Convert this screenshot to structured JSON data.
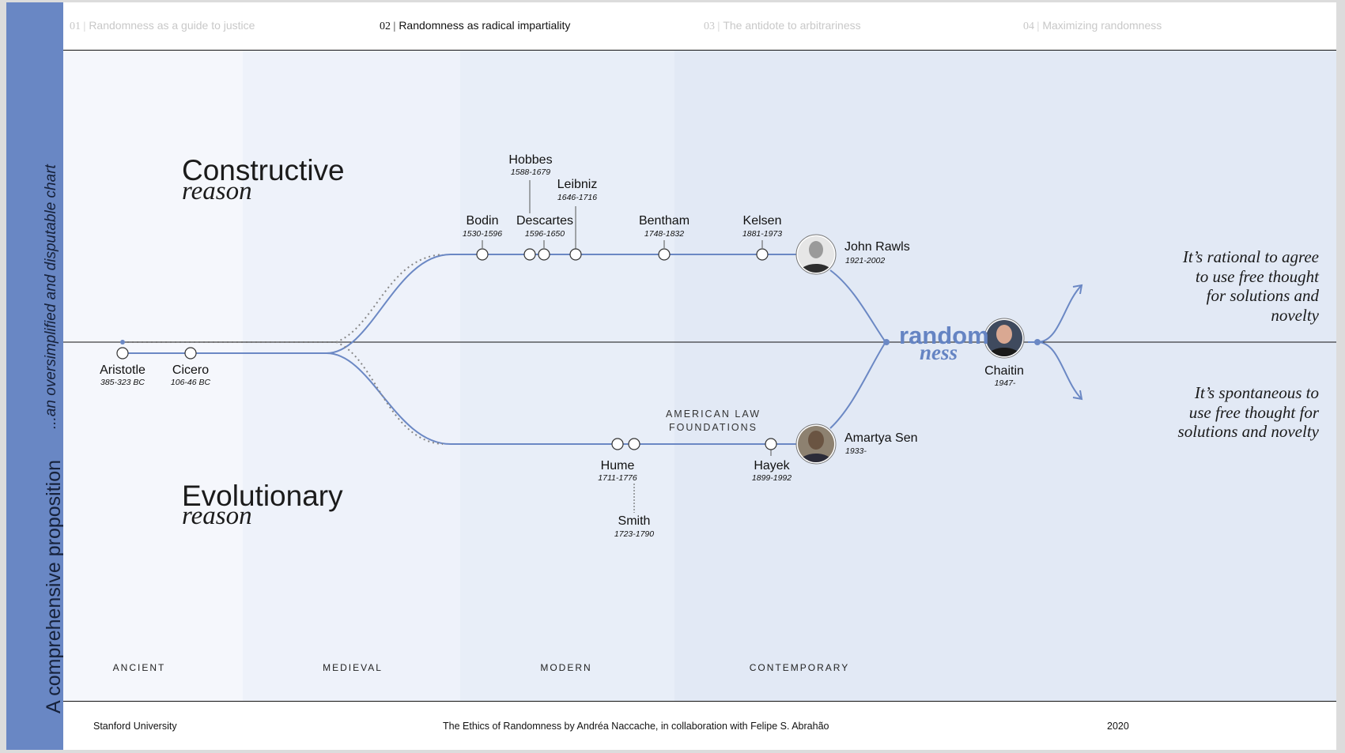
{
  "sidebar": {
    "main": "A comprehensive proposition",
    "sub": "...an oversimplified and disputable chart"
  },
  "nav": {
    "tabs": [
      {
        "num": "01 |",
        "label": "Randomness as a guide to justice",
        "active": false
      },
      {
        "num": "02 |",
        "label": "Randomness as radical impartiality",
        "active": true
      },
      {
        "num": "03 |",
        "label": "The antidote to arbitrariness",
        "active": false
      },
      {
        "num": "04 |",
        "label": "Maximizing randomness",
        "active": false
      }
    ]
  },
  "eras": [
    {
      "label": "ANCIENT",
      "color": "#f5f7fc"
    },
    {
      "label": "MEDIEVAL",
      "color": "#eef2fa"
    },
    {
      "label": "MODERN",
      "color": "#e8eef8"
    },
    {
      "label": "CONTEMPORARY",
      "color": "#e2e9f5"
    }
  ],
  "branches": {
    "constructive": {
      "head": "Constructive",
      "sub": "reason"
    },
    "evolutionary": {
      "head": "Evolutionary",
      "sub": "reason"
    }
  },
  "people": {
    "aristotle": {
      "name": "Aristotle",
      "years": "385-323 BC"
    },
    "cicero": {
      "name": "Cicero",
      "years": "106-46 BC"
    },
    "bodin": {
      "name": "Bodin",
      "years": "1530-1596"
    },
    "hobbes": {
      "name": "Hobbes",
      "years": "1588-1679"
    },
    "descartes": {
      "name": "Descartes",
      "years": "1596-1650"
    },
    "leibniz": {
      "name": "Leibniz",
      "years": "1646-1716"
    },
    "bentham": {
      "name": "Bentham",
      "years": "1748-1832"
    },
    "kelsen": {
      "name": "Kelsen",
      "years": "1881-1973"
    },
    "rawls": {
      "name": "John Rawls",
      "years": "1921-2002"
    },
    "hume": {
      "name": "Hume",
      "years": "1711-1776"
    },
    "smith": {
      "name": "Smith",
      "years": "1723-1790"
    },
    "hayek": {
      "name": "Hayek",
      "years": "1899-1992"
    },
    "sen": {
      "name": "Amartya Sen",
      "years": "1933-"
    },
    "chaitin": {
      "name": "Chaitin",
      "years": "1947-"
    }
  },
  "annotation": "AMERICAN LAW\nFOUNDATIONS",
  "randomness": {
    "line1": "random",
    "line2": "ness"
  },
  "conclusions": {
    "rational": "It’s rational to agree\nto use free thought\nfor solutions and\nnovelty",
    "spontaneous": "It’s spontaneous to\nuse free thought for\nsolutions and novelty"
  },
  "footer": {
    "left": "Stanford University",
    "center": "The Ethics of Randomness by Andréa Naccache, in collaboration with Felipe S. Abrahão",
    "right": "2020"
  },
  "colors": {
    "accent": "#6584c3",
    "line": "#6b88c4",
    "sidebar": "#6987c4"
  }
}
